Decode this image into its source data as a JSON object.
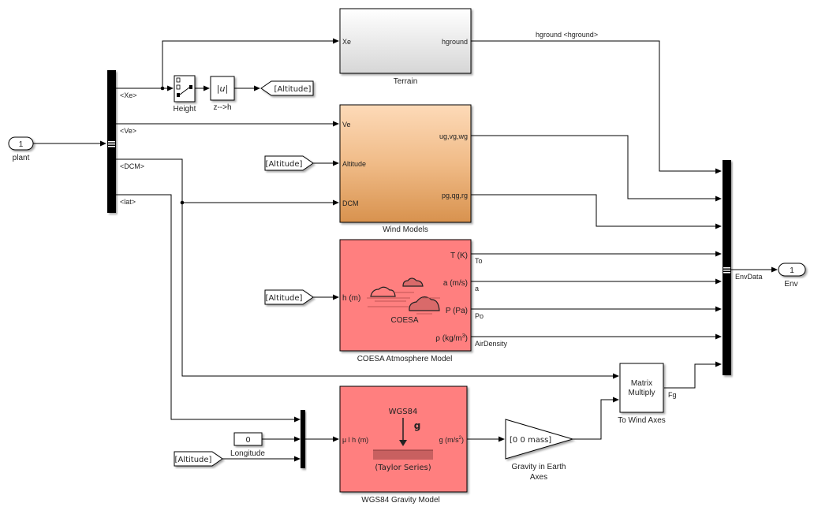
{
  "diagram": {
    "type": "simulink-subsystem",
    "inport": {
      "number": "1",
      "name": "plant"
    },
    "outport": {
      "number": "1",
      "name": "Env"
    },
    "bus_selector_outputs": [
      "<Xe>",
      "<Ve>",
      "<DCM>",
      "<lat>"
    ],
    "blocks": {
      "terrain": {
        "name": "Terrain",
        "in_ports": [
          "Xe"
        ],
        "out_ports": [
          "hground"
        ]
      },
      "height_switch": {
        "name": "Height"
      },
      "abs": {
        "name": "z-->h",
        "glyph": "|u|"
      },
      "goto_altitude": {
        "tag": "[Altitude]"
      },
      "wind_models": {
        "name": "Wind Models",
        "in_ports": [
          "Ve",
          "Altitude",
          "DCM"
        ],
        "out_ports": [
          "ug,vg,wg",
          "pg,qg,rg"
        ]
      },
      "from_altitude_wind": {
        "tag": "[Altitude]"
      },
      "coesa": {
        "name": "COESA Atmosphere Model",
        "icon_label": "COESA",
        "in_ports": [
          "h (m)"
        ],
        "out_ports": [
          "T (K)",
          "a (m/s)",
          "P (Pa)",
          "ρ (kg/m",
          "3",
          ")"
        ]
      },
      "from_altitude_coesa": {
        "tag": "[Altitude]"
      },
      "wgs84": {
        "name": "WGS84 Gravity Model",
        "icon_title": "WGS84",
        "icon_g": "g",
        "icon_subtitle": "(Taylor Series)",
        "in_ports": [
          "μ l h (m)"
        ],
        "out_port": "g (m/s",
        "out_port_sup": "2",
        "out_port_end": ")"
      },
      "longitude_const": {
        "name": "Longitude",
        "value": "0"
      },
      "from_altitude_grav": {
        "tag": "[Altitude]"
      },
      "gain": {
        "name_line1": "Gravity in Earth",
        "name_line2": "Axes",
        "value": "[0 0 mass]"
      },
      "matrix_multiply": {
        "name": "To Wind Axes",
        "line1": "Matrix",
        "line2": "Multiply"
      }
    },
    "signal_labels": {
      "hground": "hground <hground>",
      "to": "To",
      "a": "a",
      "po": "Po",
      "air_density": "AirDensity",
      "fg": "Fg",
      "env_data": "EnvData"
    },
    "colors": {
      "coesa_fill": "#ff7f7f",
      "wgs84_fill": "#ff7f7f",
      "wind_top": "#fdd9b5",
      "wind_bottom": "#d9944f",
      "terrain_top": "#ffffff",
      "terrain_bottom": "#d9d9d9"
    }
  }
}
